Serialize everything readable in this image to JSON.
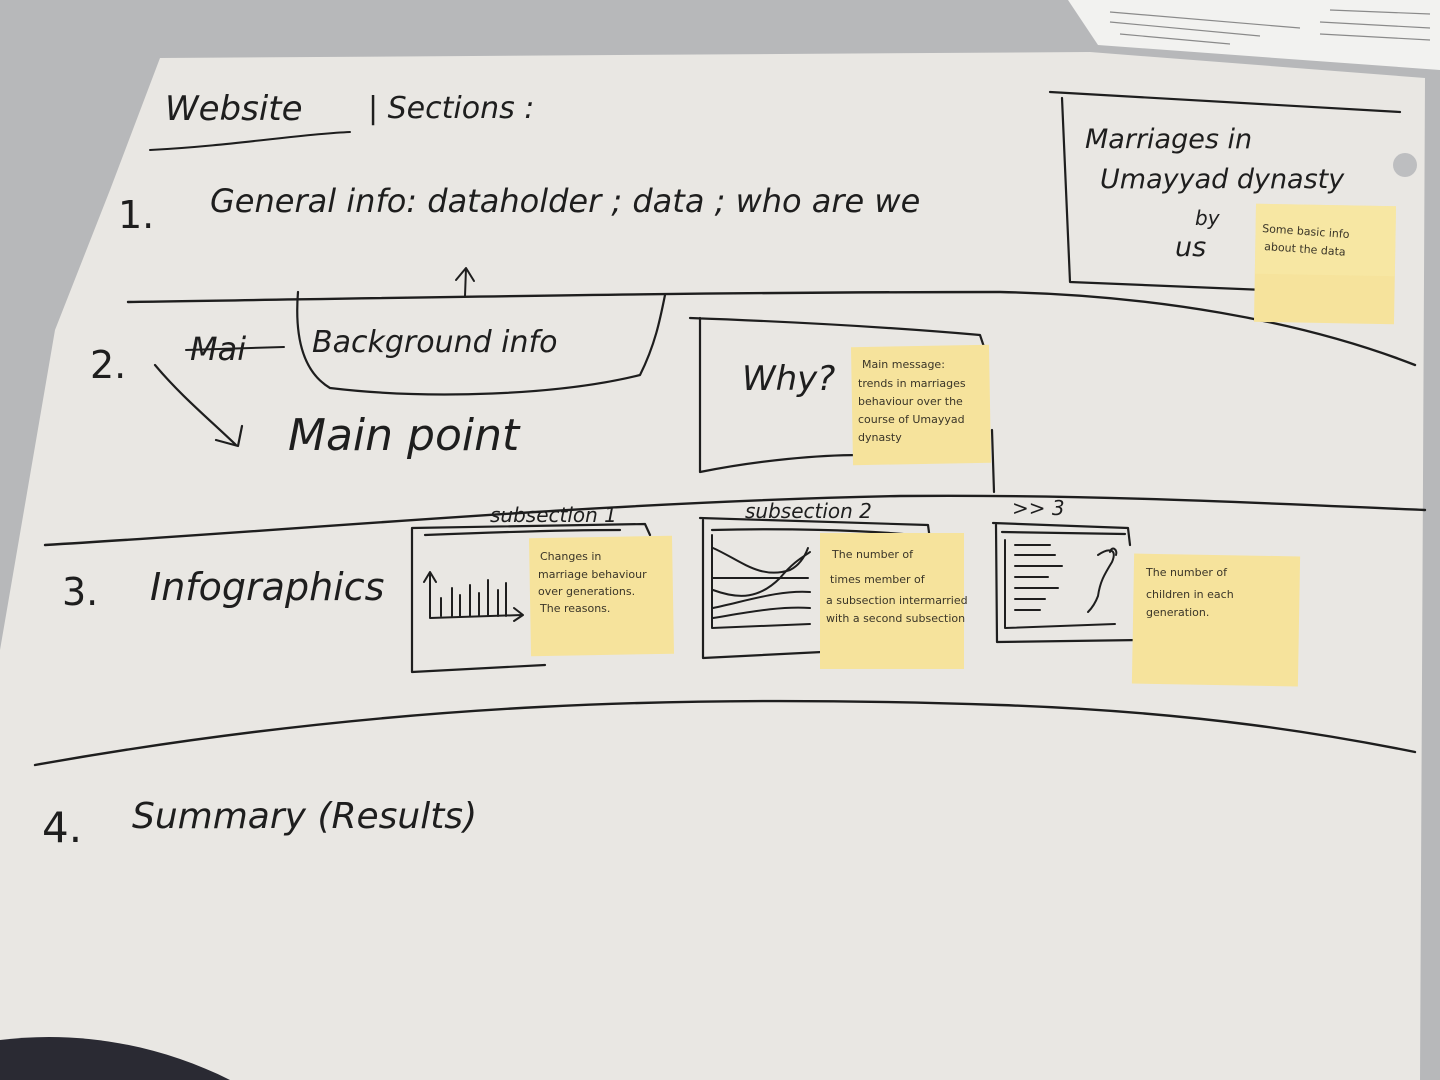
{
  "title": {
    "website": "Website",
    "sections": "| Sections :"
  },
  "section1": {
    "number": "1.",
    "text": "General info: dataholder ; data ; who are we"
  },
  "card_top": {
    "line1": "Marriages in",
    "line2": "Umayyad dynasty",
    "line3": "by",
    "line4": "us"
  },
  "note_top": [
    "Some basic info",
    "about the data"
  ],
  "section2": {
    "number": "2.",
    "struck": "Mai",
    "background": "Background info",
    "main_point": "Main point"
  },
  "card_why": {
    "label": "Why?"
  },
  "note_why": [
    "Main message:",
    "trends in marriages",
    "behaviour over the",
    "course of Umayyad",
    "dynasty"
  ],
  "section3": {
    "number": "3.",
    "label": "Infographics"
  },
  "sub1": {
    "label": "subsection 1"
  },
  "sub2": {
    "label": "subsection 2"
  },
  "sub3": {
    "label": ">> 3"
  },
  "note_sub1": [
    "Changes in",
    "marriage behaviour",
    "over generations.",
    "The reasons."
  ],
  "note_sub2": [
    "The number of",
    "times member of",
    "a subsection intermarried",
    "with a second subsection"
  ],
  "note_sub3": [
    "The number of",
    "children in each",
    "generation."
  ],
  "section4": {
    "number": "4.",
    "label": "Summary (Results)"
  },
  "colors": {
    "paper": "#e9e7e3",
    "sticky": "#f6e39c",
    "ink": "#1e1e1e",
    "backdrop": "#b8b9bb"
  }
}
